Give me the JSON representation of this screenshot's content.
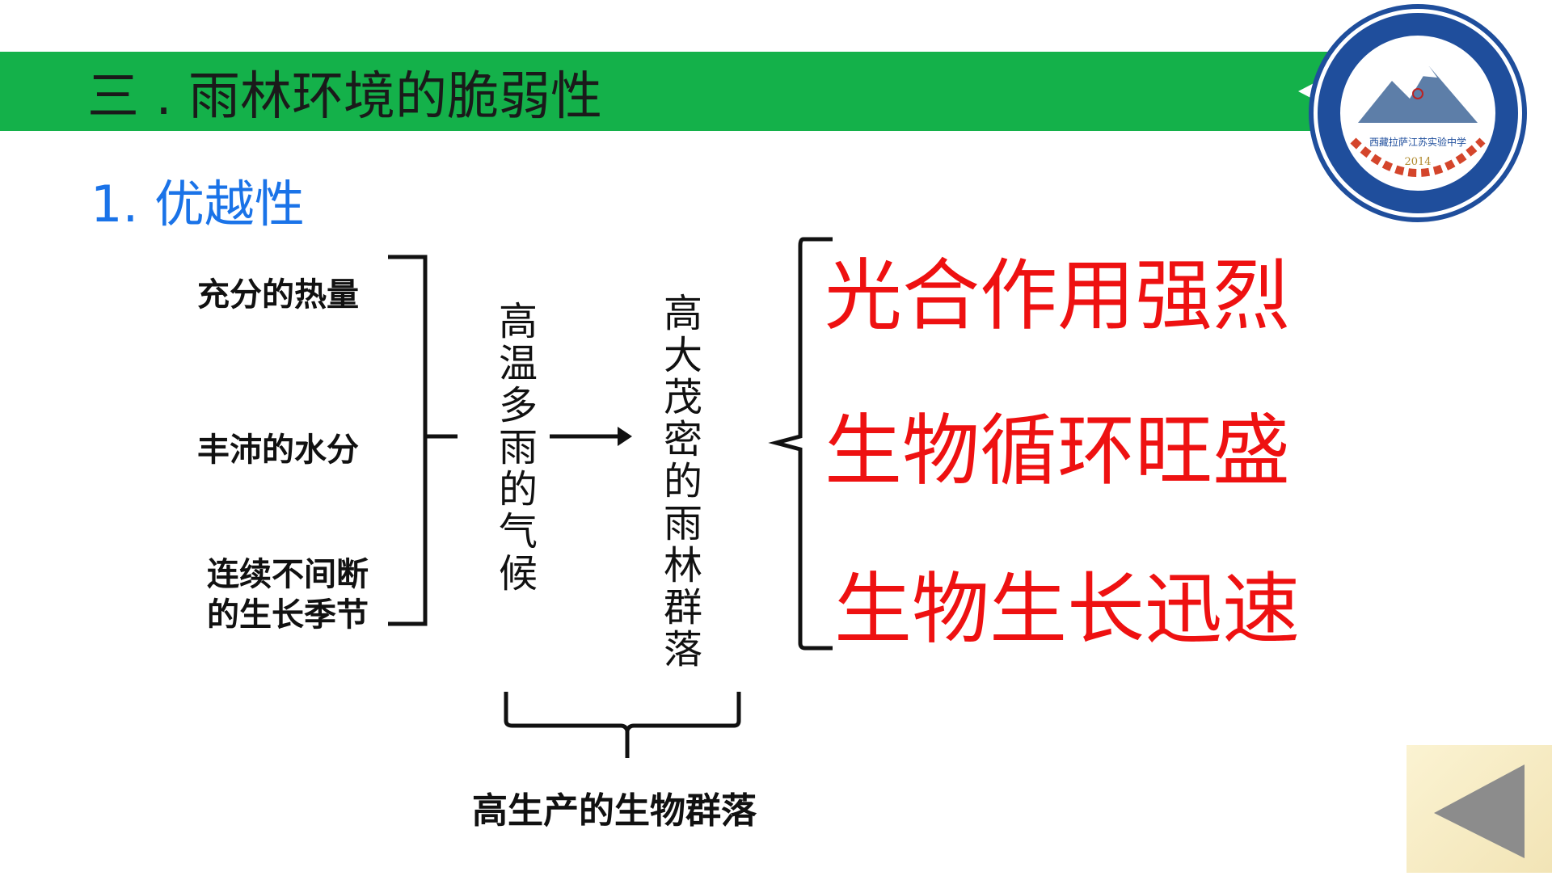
{
  "header": {
    "title": "三 . 雨林环境的脆弱性",
    "band_color": "#14b14a"
  },
  "section": {
    "heading": "1. 优越性",
    "heading_color": "#1a73e8"
  },
  "factors": [
    "充分的热量",
    "丰沛的水分",
    "连续不间断\n的生长季节"
  ],
  "middle": {
    "climate": "高温多雨的气候",
    "forest": "高大茂密的雨林群落"
  },
  "results": [
    "光合作用强烈",
    "生物循环旺盛",
    "生物生长迅速"
  ],
  "results_color": "#ee1111",
  "bottom_label": "高生产的生物群落",
  "logo": {
    "text_cn": "西藏拉萨江苏实验中学",
    "year": "2014",
    "ring_color": "#1f4e9c"
  },
  "nav": {
    "back_icon": "triangle-left-icon"
  }
}
